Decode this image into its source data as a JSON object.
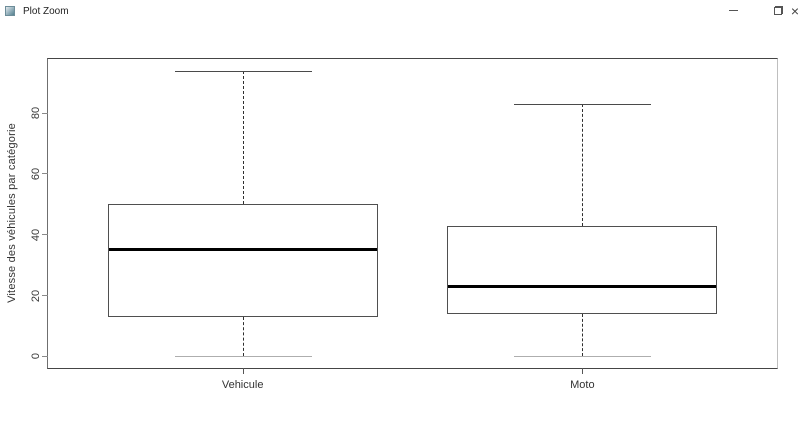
{
  "window": {
    "title": "Plot Zoom",
    "close_glyph": "×"
  },
  "chart_data": {
    "type": "boxplot",
    "title": "",
    "xlabel": "",
    "ylabel": "Vitesse des véhicules par catégorie",
    "categories": [
      "Vehicule",
      "Moto"
    ],
    "yticks": [
      0,
      20,
      40,
      60,
      80
    ],
    "ylim": [
      -3.8,
      97.8
    ],
    "grid": false,
    "legend": "none",
    "series": [
      {
        "category": "Vehicule",
        "min": 0,
        "q1": 13,
        "median": 35,
        "q3": 50,
        "max": 94
      },
      {
        "category": "Moto",
        "min": 0,
        "q1": 14,
        "median": 23,
        "q3": 43,
        "max": 83
      }
    ],
    "colors": {
      "median": "#000000",
      "box_border": "#4f4f4f",
      "whisker": "#2f2f2f",
      "cap_upper": "#4a4a4a",
      "cap_lower": "#aeaeae",
      "axis_text": "#333333"
    }
  }
}
